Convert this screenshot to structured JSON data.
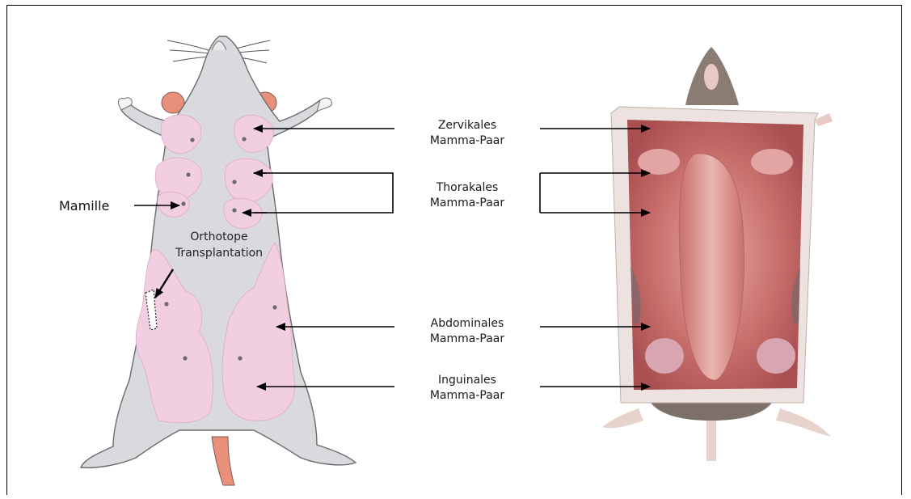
{
  "labels": {
    "nipple": "Mamille",
    "orthotopic_line1": "Orthotope",
    "orthotopic_line2": "Transplantation",
    "cervical_line1": "Zervikales",
    "cervical_line2": "Mamma-Paar",
    "thoracic_line1": "Thorakales",
    "thoracic_line2": "Mamma-Paar",
    "abdominal_line1": "Abdominales",
    "abdominal_line2": "Mamma-Paar",
    "inguinal_line1": "Inguinales",
    "inguinal_line2": "Mamma-Paar"
  },
  "colors": {
    "mouse_body": "#d9d9de",
    "mouse_outline": "#6b6b6b",
    "mammary_tissue": "#f2cfe0",
    "ears_tail": "#e8907a",
    "nipple_dot": "#6a6a6a",
    "dissection_tissue": "#c46a68",
    "skin_flap": "#ece3e0",
    "fur": "#8a7c72",
    "arrow": "#000000"
  }
}
